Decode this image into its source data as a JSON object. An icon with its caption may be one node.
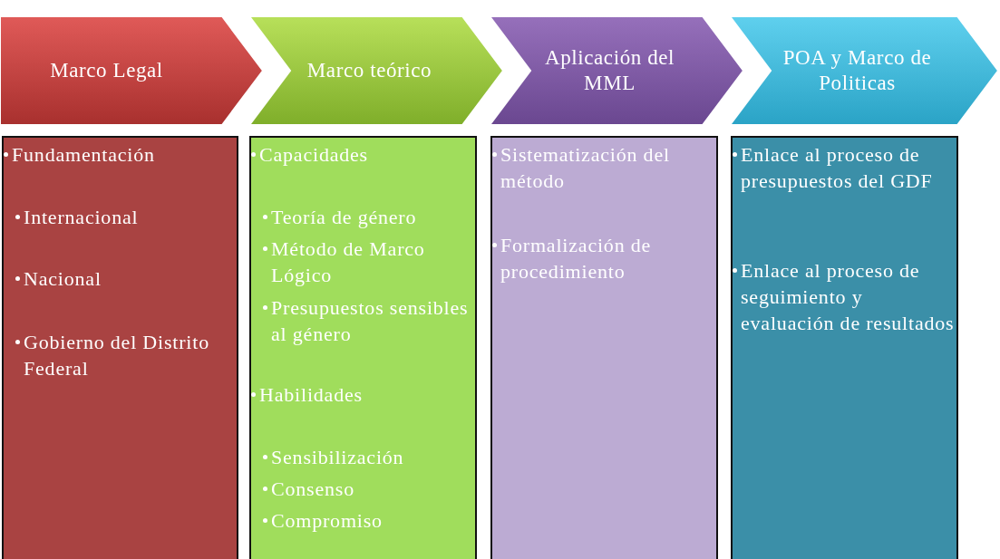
{
  "diagram": {
    "nodes": [
      {
        "text": [
          "Marco Legal"
        ]
      },
      {
        "text": [
          "Marco teórico"
        ]
      },
      {
        "text": [
          "Aplicación del MML"
        ]
      },
      {
        "text": [
          "POA y Marco de Politicas"
        ]
      },
      {
        "text": [
          "Fundamentación",
          "Internacional",
          "Nacional",
          "Gobierno del Distrito Federal"
        ]
      },
      {
        "text": [
          "Capacidades",
          "Teoría de género",
          "Método de Marco Lógico",
          "Presupuestos sensibles al género",
          "Habilidades",
          "Sensibilización",
          "Consenso",
          "Compromiso"
        ]
      },
      {
        "text": [
          "Sistematización del método",
          "Formalización de procedimiento"
        ]
      },
      {
        "text": [
          "Enlace al proceso de presupuestos del GDF",
          "Enlace al proceso de seguimiento y evaluación de resultados"
        ]
      }
    ]
  }
}
